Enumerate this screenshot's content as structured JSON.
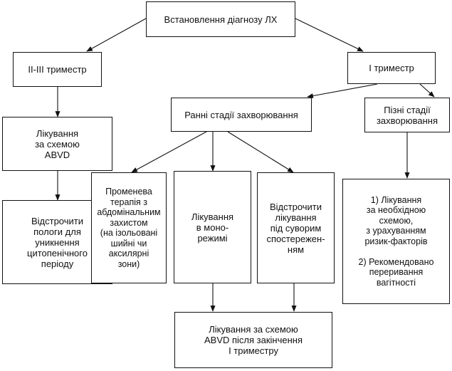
{
  "nodes": {
    "diagnosis": "Встановлення діагнозу ЛХ",
    "trimester_23": "II-III триместр",
    "trimester_1": "I триместр",
    "abvd_treatment": "Лікування\nза схемою\nABVD",
    "postpone_delivery": "Відстрочити\nпологи для\nуникнення\nцитопенічного\nперіоду",
    "early_stages": "Ранні стадії захворювання",
    "late_stages": "Пізні стадії\nзахворювання",
    "radiation_therapy": "Променева\nтерапія з\nабдомінальним\nзахистом\n(на ізольовані\nшийні чи\nаксилярні\nзони)",
    "monotherapy": "Лікування\nв моно-\nрежимі",
    "postpone_treatment": "Відстрочити\nлікування\nпід суворим\nспостережен-\nням",
    "late_recommendations": "1) Лікування\nза необхідною\nсхемою,\nз урахуванням\nризик-факторів\n\n2) Рекомендовано\nпереривання\nвагітності",
    "abvd_after_trimester": "Лікування за схемою\nABVD після закінчення\nI триместру"
  },
  "colors": {
    "stroke": "#111111",
    "background": "#ffffff",
    "text": "#111111"
  }
}
